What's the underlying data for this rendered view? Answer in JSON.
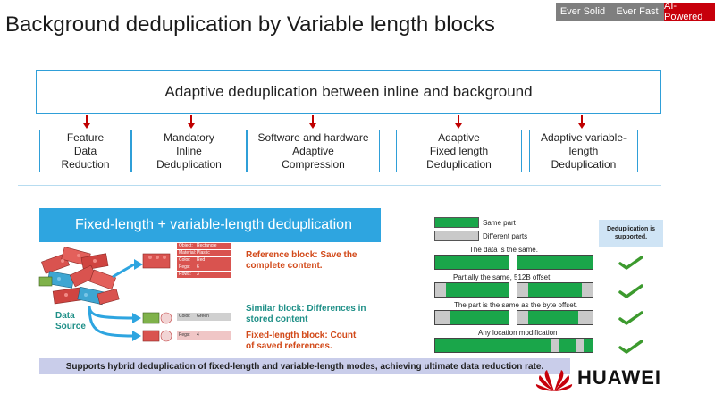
{
  "tags": {
    "solid": "Ever Solid",
    "fast": "Ever Fast",
    "ai": "AI-Powered"
  },
  "title": "Background deduplication by Variable length blocks",
  "top_box": "Adaptive deduplication between inline and background",
  "features": [
    {
      "l1": "Feature",
      "l2": "Data",
      "l3": "Reduction"
    },
    {
      "l1": "Mandatory",
      "l2": "Inline",
      "l3": "Deduplication"
    },
    {
      "l1": "Software and hardware",
      "l2": "Adaptive",
      "l3": "Compression"
    },
    {
      "l1": "Adaptive",
      "l2": "Fixed length",
      "l3": "Deduplication"
    },
    {
      "l1": "Adaptive variable-",
      "l2": "length",
      "l3": "Deduplication"
    }
  ],
  "banner": "Fixed-length + variable-length deduplication",
  "data_source": {
    "l1": "Data",
    "l2": "Source"
  },
  "reference_table": {
    "rows": [
      {
        "k": "Object:",
        "v": "Rectangle"
      },
      {
        "k": "Material:",
        "v": "Plastic"
      },
      {
        "k": "Color:",
        "v": "Red"
      },
      {
        "k": "Pegs:",
        "v": "6"
      },
      {
        "k": "Rows:",
        "v": "3"
      }
    ]
  },
  "similar_tag": {
    "k": "Color:",
    "v": "Green"
  },
  "fixed_tag": {
    "k": "Pegs:",
    "v": "4"
  },
  "reference": {
    "l1": "Reference block: Save the",
    "l2": "complete content."
  },
  "similar": {
    "l1": "Similar block: Differences in",
    "l2": "stored content"
  },
  "fixed": {
    "l1": "Fixed-length block: Count",
    "l2": "of saved references."
  },
  "legend": {
    "same": "Same part",
    "different": "Different parts"
  },
  "rows": [
    "The data is the same.",
    "Partially the same, 512B offset",
    "The part is the same as the byte offset.",
    "Any location modification"
  ],
  "dedup_label": {
    "l1": "Deduplication is",
    "l2": "supported."
  },
  "footer": "Supports hybrid deduplication of fixed-length and variable-length modes, achieving ultimate data reduction rate.",
  "brand": "HUAWEI",
  "colors": {
    "accent": "#2ea5e0",
    "brand_red": "#c7000b",
    "same": "#1aa64a",
    "different": "#c9c9c9",
    "check": "#3c9a2e"
  }
}
